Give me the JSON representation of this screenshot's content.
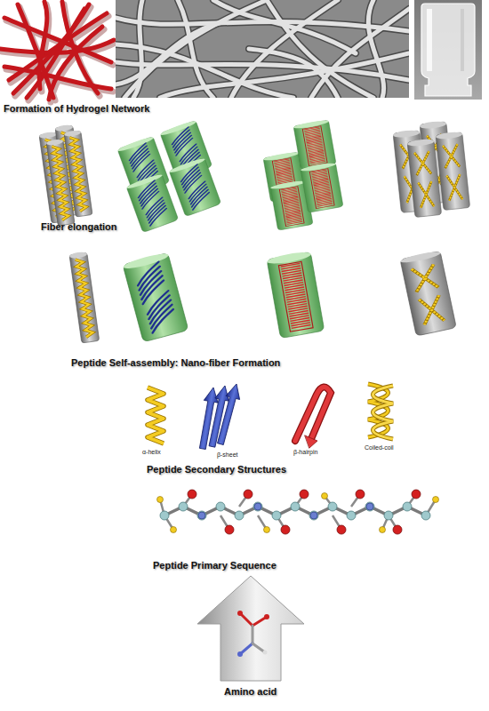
{
  "diagram": {
    "labels": [
      "Formation of Hydrogel Network",
      "Fiber elongation",
      "Peptide Self-assembly: Nano-fiber Formation",
      "α-helix",
      "β-sheet",
      "β-hairpin",
      "Coiled-coil",
      "Peptide Secondary Structures",
      "Peptide Primary Sequence",
      "Amino acid"
    ]
  }
}
